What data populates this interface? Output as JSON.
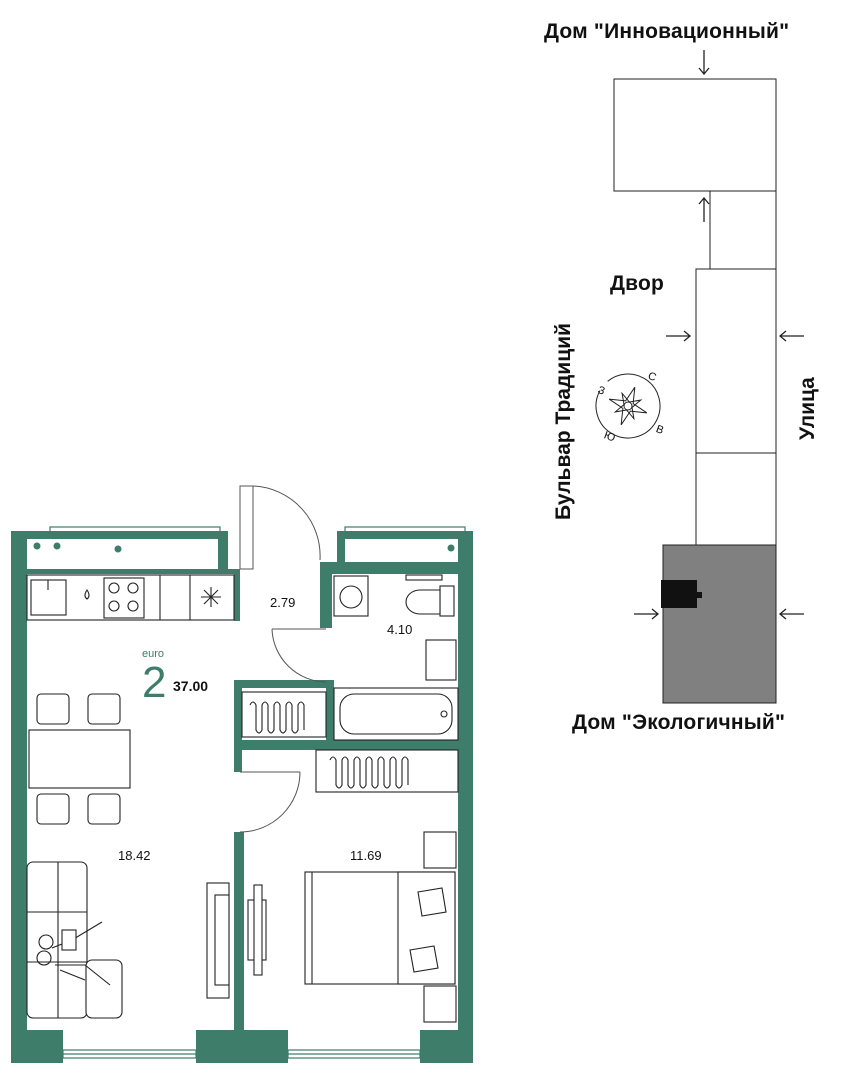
{
  "site": {
    "house_top": "Дом \"Инновационный\"",
    "house_bottom": "Дом \"Экологичный\"",
    "yard": "Двор",
    "boulevard": "Бульвар Традиций",
    "street": "Улица"
  },
  "compass": {
    "n": "С",
    "e": "В",
    "s": "Ю",
    "w": "З"
  },
  "apartment": {
    "type_label": "euro",
    "rooms": "2",
    "total_area": "37.00"
  },
  "rooms": {
    "hall": "2.79",
    "bathroom": "4.10",
    "living": "18.42",
    "bedroom": "11.69"
  },
  "colors": {
    "wall": "#3d7d6a",
    "house_fill": "#808080"
  },
  "icons": [
    "arrow-down-icon",
    "arrow-up-icon",
    "arrow-right-icon",
    "arrow-left-icon",
    "compass-rose-icon",
    "snowflake-icon",
    "water-drop-icon"
  ]
}
